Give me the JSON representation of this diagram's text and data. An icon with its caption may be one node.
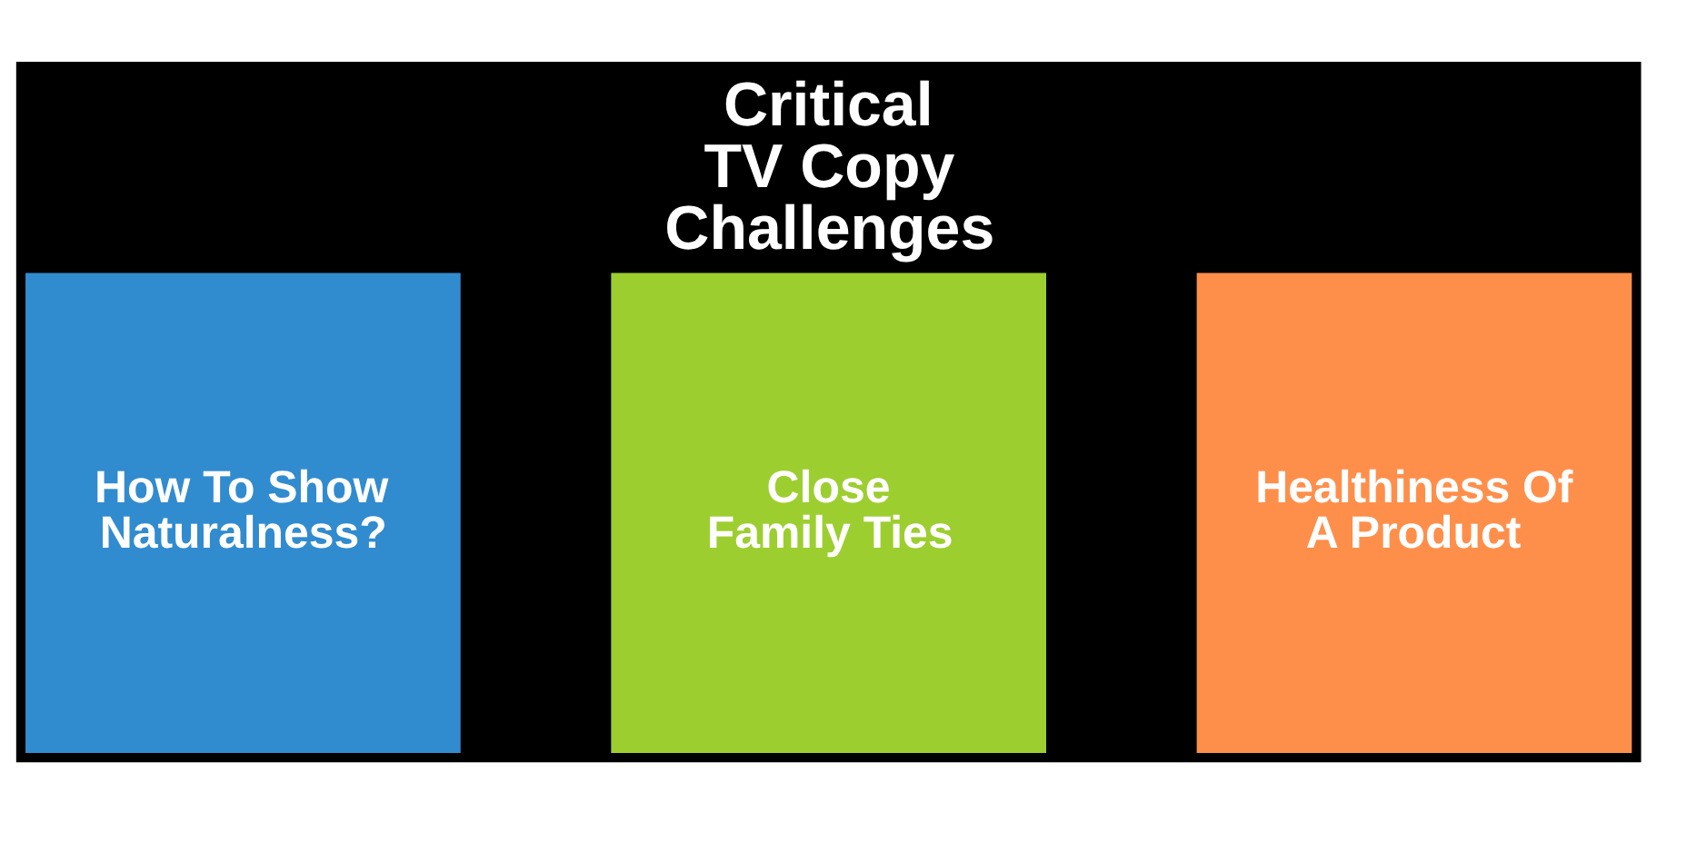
{
  "diagram": {
    "title": "Critical TV Copy Challenges",
    "nodes": [
      {
        "text": [
          "How To Show Naturalness?"
        ]
      },
      {
        "text": [
          "Close Family Ties"
        ]
      },
      {
        "text": [
          "Healthiness Of A Product"
        ]
      }
    ]
  }
}
